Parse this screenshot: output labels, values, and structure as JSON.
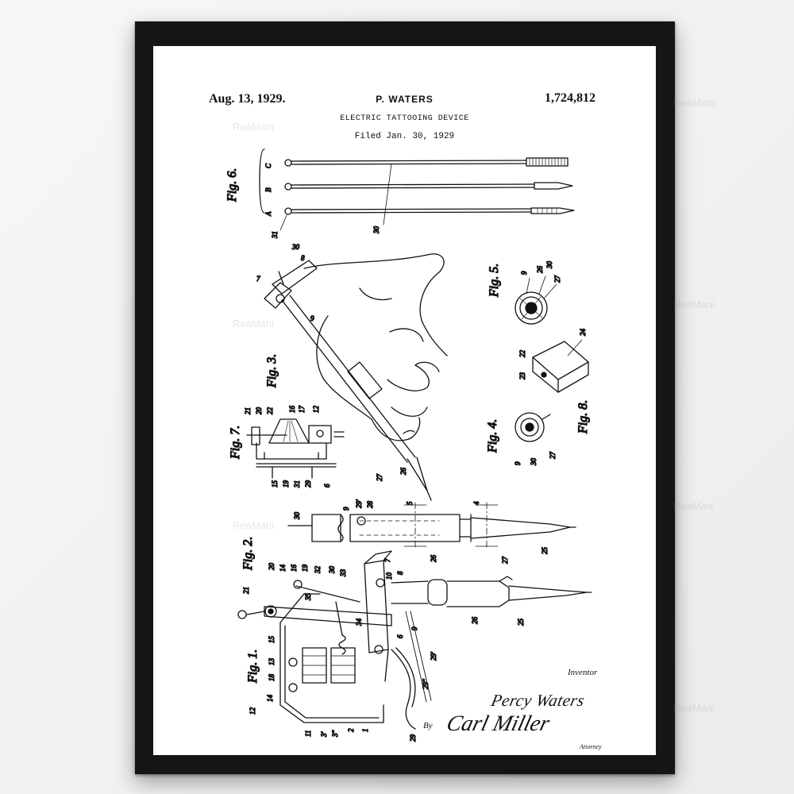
{
  "patent": {
    "date": "Aug. 13, 1929.",
    "inventor_name": "P. WATERS",
    "number": "1,724,812",
    "title": "ELECTRIC TATTOOING DEVICE",
    "filed": "Filed Jan. 30, 1929"
  },
  "figures": {
    "fig6": "Fig. 6.",
    "fig5": "Fig. 5.",
    "fig3": "Fig. 3.",
    "fig4": "Fig. 4.",
    "fig7": "Fig. 7.",
    "fig8": "Fig. 8.",
    "fig2": "Fig. 2.",
    "fig1": "Fig. 1."
  },
  "needle_labels": [
    "A",
    "B",
    "C"
  ],
  "signatures": {
    "inventor_label": "Inventor",
    "inventor_signature": "Percy Waters",
    "by_label": "By",
    "attorney_signature": "Carl Miller",
    "attorney_label": "Attorney"
  },
  "watermark": "ReaMani",
  "colors": {
    "frame": "#151515",
    "paper": "#ffffff",
    "ink": "#111111"
  }
}
